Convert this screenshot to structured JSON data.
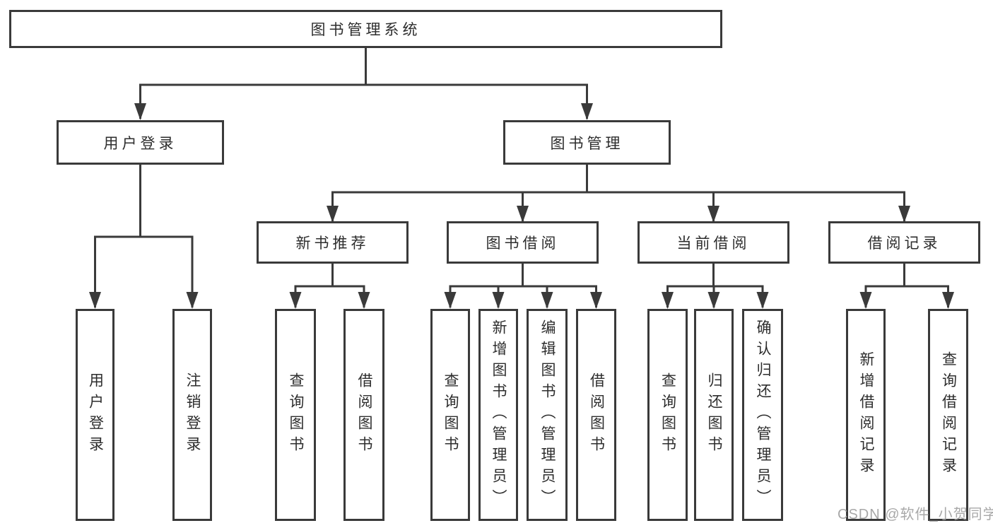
{
  "diagram": {
    "title": "图书管理系统",
    "watermark": "CSDN @软件_小贺同学",
    "colors": {
      "stroke": "#3a3a3a",
      "text": "#2d2d2d",
      "background": "#ffffff",
      "watermark": "#9e9e9e"
    }
  },
  "nodes": {
    "root": {
      "label": "图书管理系统"
    },
    "level2": [
      {
        "label": "用户登录"
      },
      {
        "label": "图书管理"
      }
    ],
    "level3": [
      {
        "label": "新书推荐"
      },
      {
        "label": "图书借阅"
      },
      {
        "label": "当前借阅"
      },
      {
        "label": "借阅记录"
      }
    ],
    "leaves": {
      "user_login": [
        "用户登录",
        "注销登录"
      ],
      "new_book": [
        "查询图书",
        "借阅图书"
      ],
      "book_borrow": [
        "查询图书",
        "新增图书（管理员）",
        "编辑图书（管理员）",
        "借阅图书"
      ],
      "current_borrow": [
        "查询图书",
        "归还图书",
        "确认归还（管理员）"
      ],
      "borrow_record": [
        "新增借阅记录",
        "查询借阅记录"
      ]
    }
  }
}
